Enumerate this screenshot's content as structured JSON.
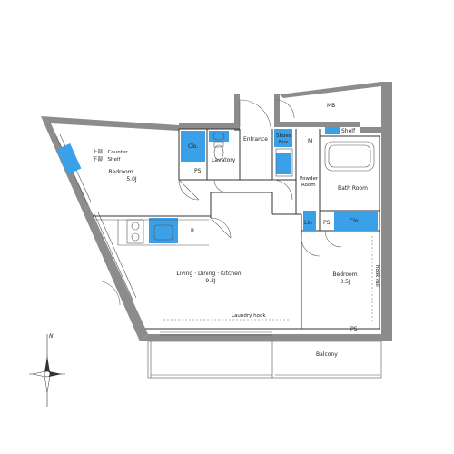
{
  "rooms": {
    "bedroom1": {
      "name": "Bedroom",
      "size": "5.0J"
    },
    "bedroom2": {
      "name": "Bedroom",
      "size": "3.5J"
    },
    "ldk": {
      "name": "Living · Dining · Kitchen",
      "size": "9.3J"
    },
    "lavatory": "Lavatory",
    "entrance": "Entrance",
    "shoes_box_line1": "Shoes",
    "shoes_box_line2": "Box",
    "powder_line1": "Powder",
    "powder_line2": "Room",
    "bath": "Bath Room",
    "balcony": "Balcony"
  },
  "labels": {
    "counter": "上部：Counter",
    "shelf_lower": "下部：Shelf",
    "clo1": "Clo.",
    "clo2": "Clo.",
    "ps1": "PS",
    "ps2": "PS",
    "ps3": "PS",
    "mb": "MB",
    "shelf": "Shelf",
    "m": "M",
    "lin": "Lin",
    "r": "R",
    "laundry_hook": "Laundry hook",
    "hook_rail": "hook rail",
    "north": "N"
  },
  "colors": {
    "wall": "#8c8c8c",
    "fixture": "#3aa0e8"
  }
}
